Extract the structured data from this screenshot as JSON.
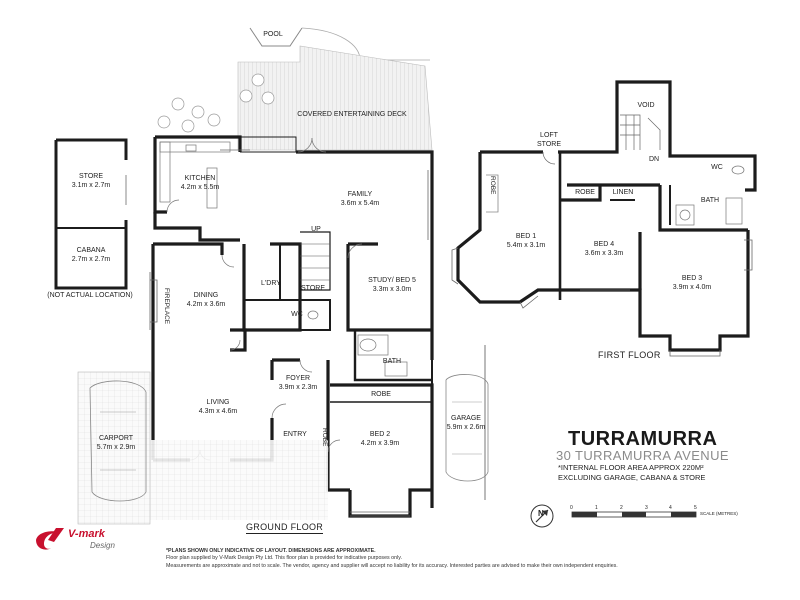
{
  "title": {
    "suburb": "TURRAMURRA",
    "address": "30 TURRAMURRA AVENUE",
    "area_line1": "*INTERNAL FLOOR AREA APPROX 220m²",
    "area_line2": "EXCLUDING GARAGE, CABANA & STORE"
  },
  "floors": {
    "ground": "GROUND FLOOR",
    "first": "FIRST FLOOR"
  },
  "outdoor": {
    "pool": "POOL",
    "deck": "COVERED ENTERTAINING DECK"
  },
  "rooms": {
    "store_out": {
      "name": "STORE",
      "dims": "3.1m x 2.7m"
    },
    "cabana": {
      "name": "CABANA",
      "dims": "2.7m x 2.7m"
    },
    "not_actual": "(NOT ACTUAL LOCATION)",
    "kitchen": {
      "name": "KITCHEN",
      "dims": "4.2m x 5.5m"
    },
    "family": {
      "name": "FAMILY",
      "dims": "3.6m x 5.4m"
    },
    "dining": {
      "name": "DINING",
      "dims": "4.2m x 3.6m"
    },
    "fireplace": "FIREPLACE",
    "laundry": "L'DRY",
    "store_in": "STORE",
    "wc_ground": "WC",
    "up": "UP",
    "study": {
      "name": "STUDY/ BED 5",
      "dims": "3.3m x 3.0m"
    },
    "bath_ground": "BATH",
    "foyer": {
      "name": "FOYER",
      "dims": "3.9m x 2.3m"
    },
    "living": {
      "name": "LIVING",
      "dims": "4.3m x 4.6m"
    },
    "entry": "ENTRY",
    "robe_ground_h": "ROBE",
    "robe_ground_v": "ROBE",
    "bed2": {
      "name": "BED 2",
      "dims": "4.2m x 3.9m"
    },
    "garage": {
      "name": "GARAGE",
      "dims": "5.9m x 2.6m"
    },
    "carport": {
      "name": "CARPORT",
      "dims": "5.7m x 2.9m"
    },
    "loft_store": "LOFT STORE",
    "void": "VOID",
    "dn": "DN",
    "wc_first": "WC",
    "robe_first_v": "ROBE",
    "robe_first_h": "ROBE",
    "linen": "LINEN",
    "bath_first": "BATH",
    "bed1": {
      "name": "BED 1",
      "dims": "5.4m x 3.1m"
    },
    "bed4": {
      "name": "BED 4",
      "dims": "3.6m x 3.3m"
    },
    "bed3": {
      "name": "BED 3",
      "dims": "3.9m x 4.0m"
    }
  },
  "scale": {
    "label": "SCALE (METRES)",
    "ticks": [
      "0",
      "1",
      "2",
      "3",
      "4",
      "5"
    ]
  },
  "compass": "N",
  "logo": {
    "brand": "V-mark",
    "sub": "Design"
  },
  "footnote": {
    "line1": "*PLANS SHOWN ONLY INDICATIVE OF LAYOUT. DIMENSIONS ARE APPROXIMATE.",
    "line2": "Floor plan supplied by V-Mark Design Pty Ltd. This floor plan is provided for indicative purposes only.",
    "line3": "Measurements are approximate and not to scale. The vendor, agency and supplier will accept no liability for its accuracy. Interested parties are advised to make their own independent enquiries."
  },
  "colors": {
    "wall": "#1c1c1c",
    "deck": "#dcdcdc",
    "accent": "#c8102e",
    "address": "#8b8b8b"
  }
}
